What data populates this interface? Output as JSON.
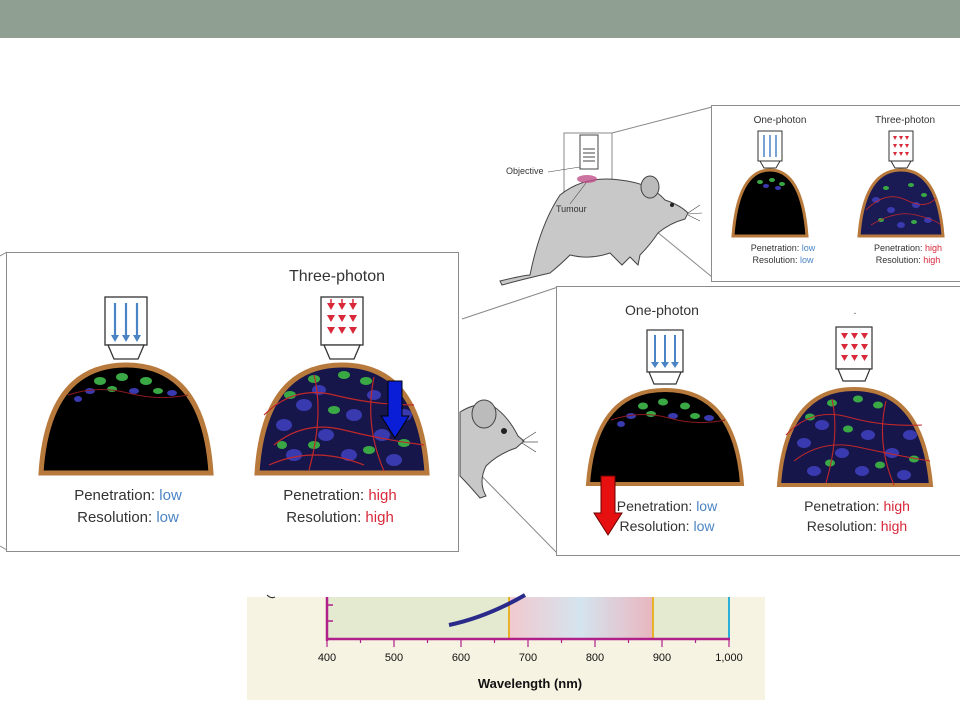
{
  "colors": {
    "topbar": "#8fa092",
    "low": "#4a84c4",
    "high": "#d8283a",
    "annotation_blue": "#0a1ed8",
    "annotation_red": "#e61010"
  },
  "mouse_figure": {
    "objective_label": "Objective",
    "tumour_label": "Tumour"
  },
  "small_panel": {
    "one_photon_title": "One-photon",
    "three_photon_title": "Three-photon",
    "one_photon": {
      "penetration_label": "Penetration:",
      "penetration_value": "low",
      "resolution_label": "Resolution:",
      "resolution_value": "low"
    },
    "three_photon": {
      "penetration_label": "Penetration:",
      "penetration_value": "high",
      "resolution_label": "Resolution:",
      "resolution_value": "high"
    }
  },
  "large_left_panel": {
    "three_photon_title": "Three-photon",
    "one_photon": {
      "penetration_label": "Penetration:",
      "penetration_value": "low",
      "resolution_label": "Resolution:",
      "resolution_value": "low"
    },
    "three_photon": {
      "penetration_label": "Penetration:",
      "penetration_value": "high",
      "resolution_label": "Resolution:",
      "resolution_value": "high"
    }
  },
  "large_right_panel": {
    "one_photon_title": "One-photon",
    "stray_mark": ".",
    "one_photon": {
      "penetration_label": "Penetration:",
      "penetration_value": "low",
      "resolution_label": "Resolution:",
      "resolution_value": "low"
    },
    "three_photon": {
      "penetration_label": "Penetration:",
      "penetration_value": "high",
      "resolution_label": "Resolution:",
      "resolution_value": "high"
    }
  },
  "wavelength_axis": {
    "xlabel": "Wavelength (nm)",
    "ticks": [
      "400",
      "500",
      "600",
      "700",
      "800",
      "900",
      "1,000"
    ]
  }
}
